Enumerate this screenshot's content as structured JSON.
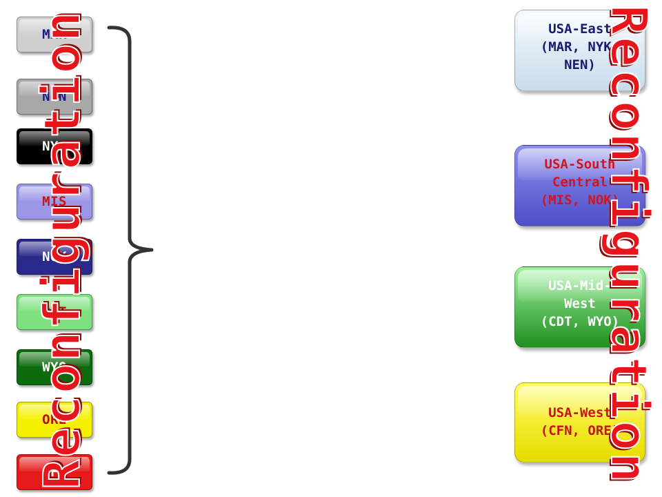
{
  "left_regions": [
    {
      "label": "MAR",
      "bg": "#cfcfcf",
      "fg": "#1a1a8c"
    },
    {
      "label": "NEN",
      "bg": "#a8a8a8",
      "fg": "#1a1a8c"
    },
    {
      "label": "NYK",
      "bg": "#000000",
      "fg": "#ffffff"
    },
    {
      "label": "MIS",
      "bg": "#9b96e6",
      "fg": "#c8141b"
    },
    {
      "label": "NOK",
      "bg": "#2a2a8c",
      "fg": "#ffffff"
    },
    {
      "label": "CDT",
      "bg": "#7ee07e",
      "fg": "#b01010"
    },
    {
      "label": "WYO",
      "bg": "#0c6b0c",
      "fg": "#ffffff"
    },
    {
      "label": "ORE",
      "bg": "#f5f000",
      "fg": "#b01010"
    },
    {
      "label": "CFN",
      "bg": "#e61a1a",
      "fg": "#ffffff"
    }
  ],
  "merged_regions": [
    {
      "lines": [
        "USA-East",
        "(MAR, NYK,",
        "NEN)"
      ],
      "bg": "#dceaf5",
      "fg": "#1a1a6e"
    },
    {
      "lines": [
        "USA-South",
        "Central",
        "(MIS, NOK)"
      ],
      "bg": "#6f6fe0",
      "fg": "#d4141b"
    },
    {
      "lines": [
        "USA-Mid-",
        "West",
        "(CDT, WYO)"
      ],
      "bg": "#7ee07e",
      "fg": "#ffffff"
    },
    {
      "lines": [
        "USA-West",
        "(CFN, ORE)"
      ],
      "bg": "#f5f000",
      "fg": "#c8141b"
    }
  ],
  "wordart_left": "Reconfiguration",
  "wordart_right": "Reconfiguration",
  "colors": {
    "wordart": "#e8141b",
    "bracket": "#333333"
  }
}
